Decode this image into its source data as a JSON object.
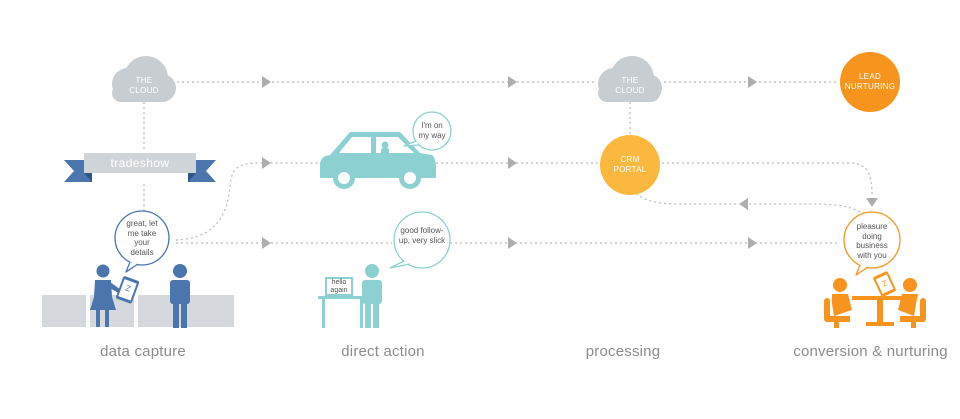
{
  "stages": [
    {
      "label": "data capture"
    },
    {
      "label": "direct action"
    },
    {
      "label": "processing"
    },
    {
      "label": "conversion & nurturing"
    }
  ],
  "clouds": [
    {
      "label": "THE CLOUD"
    },
    {
      "label": "THE CLOUD"
    }
  ],
  "circles": {
    "lead": "LEAD NURTURING",
    "crm": "CRM PORTAL"
  },
  "banner": {
    "label": "tradeshow"
  },
  "bubbles": {
    "details": "great, let me take your details",
    "on_my_way": "I'm on my way",
    "follow_up": "good follow-up, very slick",
    "pleasure": "pleasure doing business with you"
  },
  "sign": {
    "text": "hello again"
  },
  "tablet": {
    "glyph": "Z"
  },
  "colors": {
    "blue": "#4a76ad",
    "teal": "#8dd0d2",
    "orange": "#f7941d",
    "yellow": "#fbb83e",
    "gray_cloud": "#c8cdd2",
    "line": "#b9b9b9",
    "arrow": "#aeaeae",
    "banner": "#cfd4d9",
    "ribbon": "#4a76ad"
  }
}
